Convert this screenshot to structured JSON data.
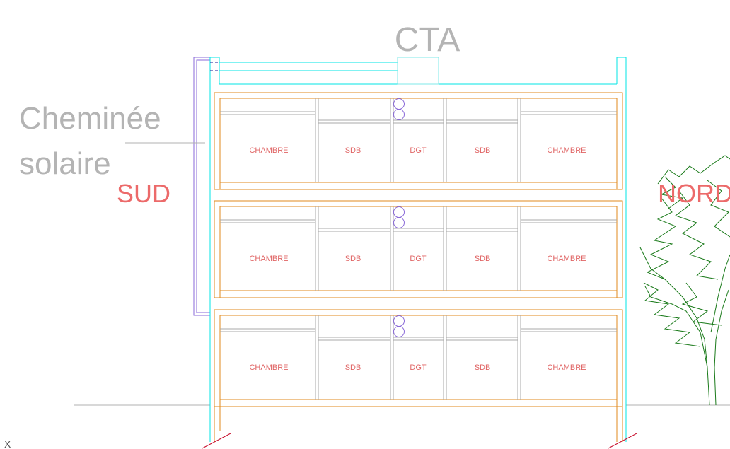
{
  "labels": {
    "cta": "CTA",
    "chimney_line1": "Cheminée",
    "chimney_line2": "solaire",
    "south": "SUD",
    "north": "NORD",
    "axis_marker": "X"
  },
  "floors": [
    {
      "rooms": [
        "CHAMBRE",
        "SDB",
        "DGT",
        "SDB",
        "CHAMBRE"
      ]
    },
    {
      "rooms": [
        "CHAMBRE",
        "SDB",
        "DGT",
        "SDB",
        "CHAMBRE"
      ]
    },
    {
      "rooms": [
        "CHAMBRE",
        "SDB",
        "DGT",
        "SDB",
        "CHAMBRE"
      ]
    }
  ],
  "colors": {
    "wall_cyan": "#00e5e5",
    "slab_orange": "#e08a1e",
    "partition_gray": "#a8a8a8",
    "chimney_purple": "#8a6ad8",
    "label_red": "#e06565",
    "tree_green": "#1a7a1a"
  }
}
